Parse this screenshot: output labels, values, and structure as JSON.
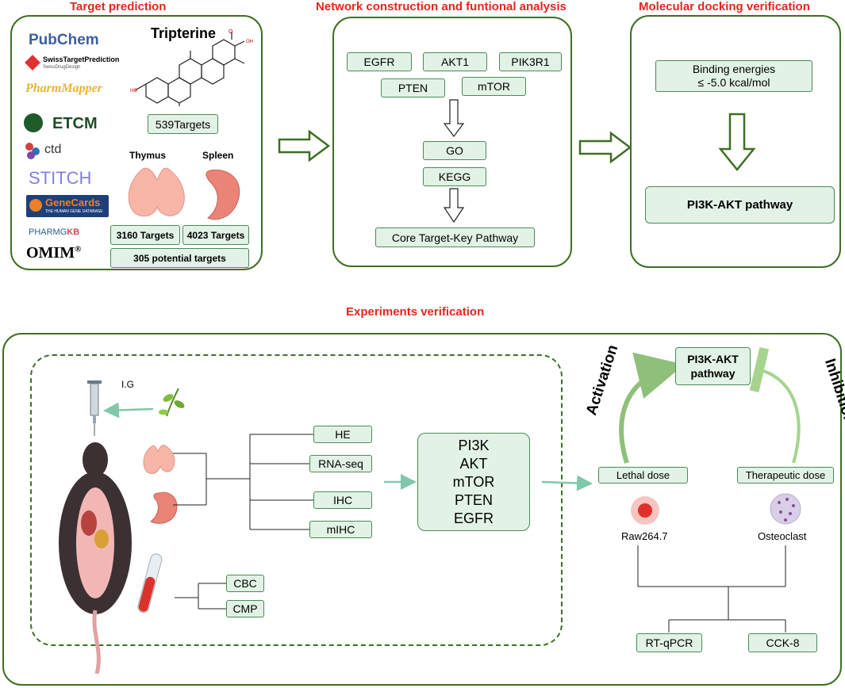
{
  "headings": {
    "target_prediction": "Target prediction",
    "network": "Network construction and funtional analysis",
    "docking": "Molecular docking verification",
    "experiments": "Experiments verification"
  },
  "databases": {
    "pubchem": "PubChem",
    "swiss_main": "SwissTargetPrediction",
    "swiss_sub": "SwissDrugDesign",
    "pharmmapper": "PharmMapper",
    "etcm": "ETCM",
    "ctd": "ctd",
    "stitch": "STITCH",
    "genecards_main": "GeneCards",
    "genecards_sub": "THE HUMAN GENE DATABASE",
    "pharmgkb_a": "PHARMG",
    "pharmgkb_b": "KB",
    "omim": "OMIM",
    "omim_mark": "®"
  },
  "prediction": {
    "compound": "Tripterine",
    "targets": "539Targets",
    "thymus": "Thymus",
    "spleen": "Spleen",
    "thymus_targets": "3160 Targets",
    "spleen_targets": "4023 Targets",
    "potential_targets": "305 potential targets"
  },
  "network": {
    "genes": [
      "EGFR",
      "AKT1",
      "PIK3R1",
      "PTEN",
      "mTOR"
    ],
    "go": "GO",
    "kegg": "KEGG",
    "core": "Core Target-Key Pathway"
  },
  "docking": {
    "binding_line1": "Binding energies",
    "binding_line2": "≤ -5.0 kcal/mol",
    "pathway": "PI3K-AKT pathway"
  },
  "experiments": {
    "ig": "I.G",
    "tissue_assays": [
      "HE",
      "RNA-seq",
      "IHC",
      "mIHC"
    ],
    "blood_assays": [
      "CBC",
      "CMP"
    ],
    "proteins": [
      "PI3K",
      "AKT",
      "mTOR",
      "PTEN",
      "EGFR"
    ],
    "pathway_line1": "PI3K-AKT",
    "pathway_line2": "pathway",
    "activation": "Activation",
    "inhibition": "Inhibition",
    "lethal_dose": "Lethal dose",
    "therapeutic_dose": "Therapeutic dose",
    "cell1": "Raw264.7",
    "cell2": "Osteoclast",
    "assays": [
      "RT-qPCR",
      "CCK-8"
    ]
  },
  "colors": {
    "heading_red": "#e8251d",
    "panel_green": "#3e6f24",
    "box_fill": "#e2f2e6",
    "box_border": "#4b8a57",
    "arrow_teal": "#7fc8a9"
  }
}
